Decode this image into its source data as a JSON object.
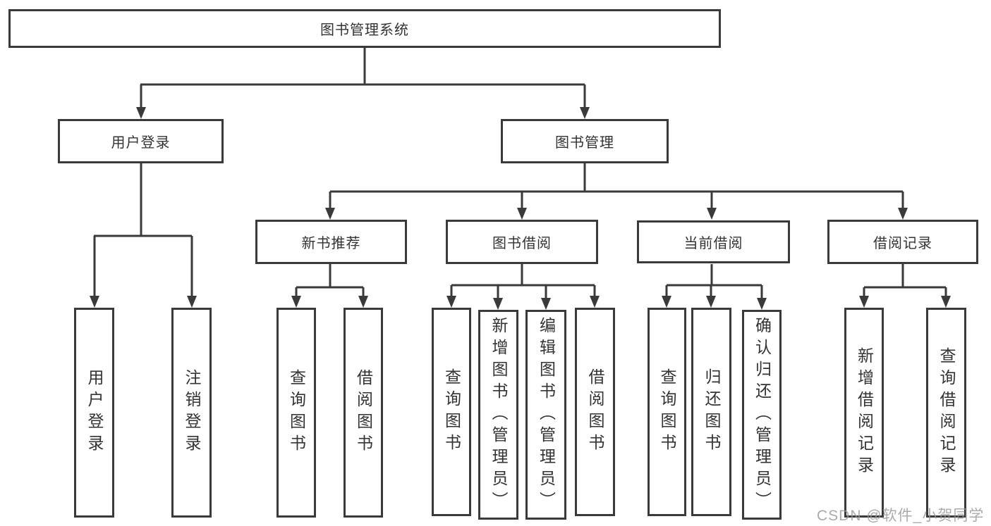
{
  "watermark": {
    "text": "CSDN @软件_小贺同学"
  },
  "colors": {
    "line": "#3a3a3a",
    "box_border": "#3a3a3a",
    "text": "#333333",
    "background": "#ffffff",
    "watermark": "#969696"
  },
  "tree": {
    "label": "图书管理系统",
    "children": [
      {
        "label": "用户登录",
        "children": [
          {
            "label": "用户登录"
          },
          {
            "label": "注销登录"
          }
        ]
      },
      {
        "label": "图书管理",
        "children": [
          {
            "label": "新书推荐",
            "children": [
              {
                "label": "查询图书"
              },
              {
                "label": "借阅图书"
              }
            ]
          },
          {
            "label": "图书借阅",
            "children": [
              {
                "label": "查询图书"
              },
              {
                "label": "新增图书（管理员）"
              },
              {
                "label": "编辑图书（管理员）"
              },
              {
                "label": "借阅图书"
              }
            ]
          },
          {
            "label": "当前借阅",
            "children": [
              {
                "label": "查询图书"
              },
              {
                "label": "归还图书"
              },
              {
                "label": "确认归还（管理员）"
              }
            ]
          },
          {
            "label": "借阅记录",
            "children": [
              {
                "label": "新增借阅记录"
              },
              {
                "label": "查询借阅记录"
              }
            ]
          }
        ]
      }
    ]
  }
}
